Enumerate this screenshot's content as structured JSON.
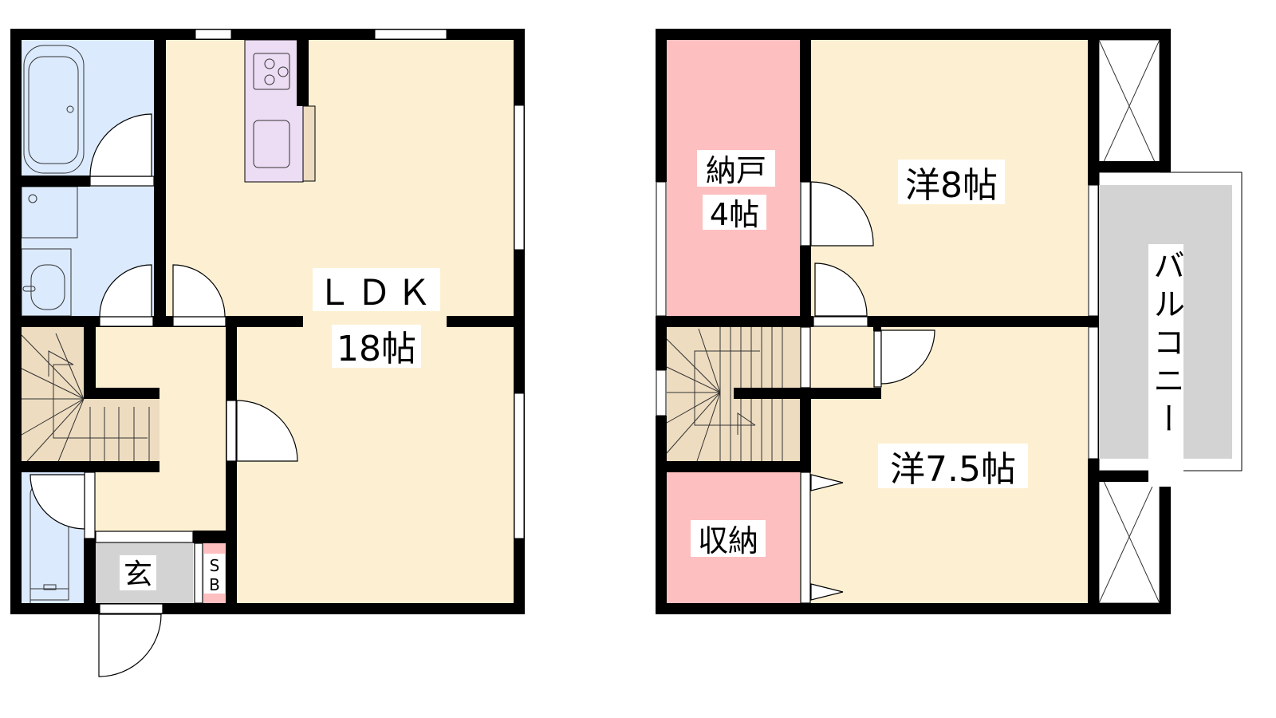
{
  "floor1": {
    "ldk_label": "ＬＤＫ",
    "ldk_size": "18帖",
    "entrance_label": "玄",
    "shoe_box_s": "S",
    "shoe_box_b": "B"
  },
  "floor2": {
    "storage_room_label": "納戸",
    "storage_room_size": "4帖",
    "western_room_1": "洋8帖",
    "western_room_2": "洋7.5帖",
    "closet_label": "収納",
    "balcony_label": "バルコニー"
  },
  "colors": {
    "living": "#fdf0d2",
    "wet": "#dbeafd",
    "kitchen": "#ecdcf4",
    "stairs": "#eddcc0",
    "storage": "#fdbfbf",
    "entrance": "#d3d3d3"
  }
}
